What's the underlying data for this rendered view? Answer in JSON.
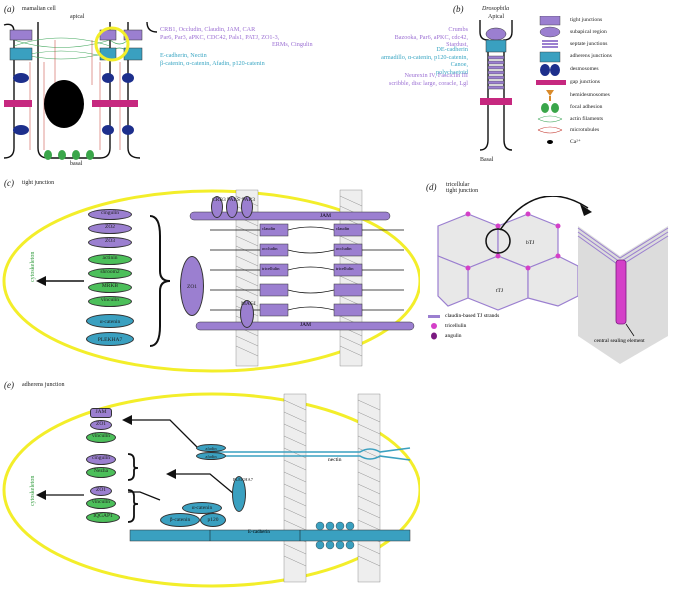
{
  "panels": {
    "a": {
      "label": "(a)",
      "title": "mamalian cell",
      "apical": "apical",
      "basal": "basal",
      "purple_text": [
        "CRB1, Occludin, Claudin, JAM, CAR",
        "Par6, Par3, aPKC, CDC42, Pals1, PATJ, ZO1-3,",
        "ERMs, Cingulin"
      ],
      "teal_text": [
        "E-cadherin, Nectin",
        "β-catenin, α-catenin, Afadin, p120-catenin"
      ]
    },
    "b": {
      "label": "(b)",
      "title": "Drosophila",
      "apical": "Apical",
      "basal": "Basal",
      "purple_text": [
        "Crumbs",
        "Bazooka, Par6, aPKC, cdc42, Stardust,"
      ],
      "teal_text": [
        "DE-cadherin",
        "armadillo, α-catenin, p120-catenin, Canoe,",
        "polychaetoid"
      ],
      "purple_text2": [
        "Neurexin IV, Fasciclin III",
        "scribble, disc large, coracle, Lgl"
      ]
    },
    "c": {
      "label": "(c)",
      "title": "tight junction",
      "cytoskeleton": "cytoskeleton",
      "ovals": [
        "cingulin",
        "ZO2",
        "ZO3",
        "actinin",
        "shroom2",
        "MRKB",
        "vinculin",
        "α-catenin",
        "PLEKHA7"
      ],
      "zo1": "ZO1",
      "top_ovals": [
        "CRB3",
        "PALS",
        "PAR3"
      ],
      "jam_top": "JAM",
      "jam_bottom": "JAM",
      "magi": "MAGI",
      "claudin_labels": [
        "claudin",
        "occludin",
        "tricellulin",
        "claudin",
        "occludin",
        "tricellulin"
      ]
    },
    "d": {
      "label": "(d)",
      "title": [
        "tricellular",
        "tight junction"
      ],
      "btj": "bTJ",
      "ttj": "tTJ",
      "legend": [
        "claudin-based TJ strands",
        "tricellulin",
        "angulin"
      ],
      "central": "central sealing element"
    },
    "e": {
      "label": "(e)",
      "title": "adherens junction",
      "cytoskeleton": "cytoskeleton",
      "ovals_top": [
        "JAM",
        "ZO1",
        "vinculin"
      ],
      "ovals_mid": [
        "cingulin",
        "Nezha"
      ],
      "ovals_bot": [
        "ZO1",
        "vinculin",
        "IQGAP1"
      ],
      "afadin": [
        "afadin",
        "afadin"
      ],
      "nectin": "nectin",
      "plekha7": "PLEKHA7",
      "alpha_catenin": "α-catenin",
      "beta_catenin": "β-catenin",
      "p120": "p120",
      "ecadherin": "E-cadherin"
    }
  },
  "legend": [
    "tight junctions",
    "subapical region",
    "septate junctions",
    "adherens junctions",
    "desmosomes",
    "gap junctions",
    "hemidesmosomes",
    "focal adhesion",
    "actin filaments",
    "microtubules",
    "Ca²⁺"
  ],
  "colors": {
    "purple": "#9b7fd0",
    "teal": "#3aa0c0",
    "green": "#4cbf5a",
    "magenta": "#c6287f",
    "navy": "#1d2f8c",
    "yellow": "#f3ee2a"
  }
}
